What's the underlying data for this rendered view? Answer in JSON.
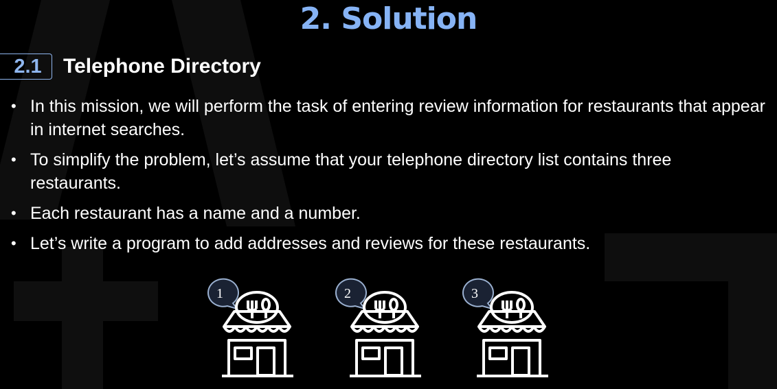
{
  "title": "2. Solution",
  "section": {
    "number": "2.1",
    "title": "Telephone Directory"
  },
  "bullets": [
    "In this mission, we will perform the task of entering review  information for restaurants that appear in internet searches.",
    "To simplify the problem, let’s assume that your telephone directory list contains three restaurants.",
    "Each restaurant has a name and a number.",
    "Let’s write a program to add addresses and reviews for these restaurants."
  ],
  "restaurants": [
    {
      "number": "1",
      "icon": "restaurant-icon"
    },
    {
      "number": "2",
      "icon": "restaurant-icon"
    },
    {
      "number": "3",
      "icon": "restaurant-icon"
    }
  ],
  "colors": {
    "accent": "#86b3f5",
    "background": "#000000"
  }
}
